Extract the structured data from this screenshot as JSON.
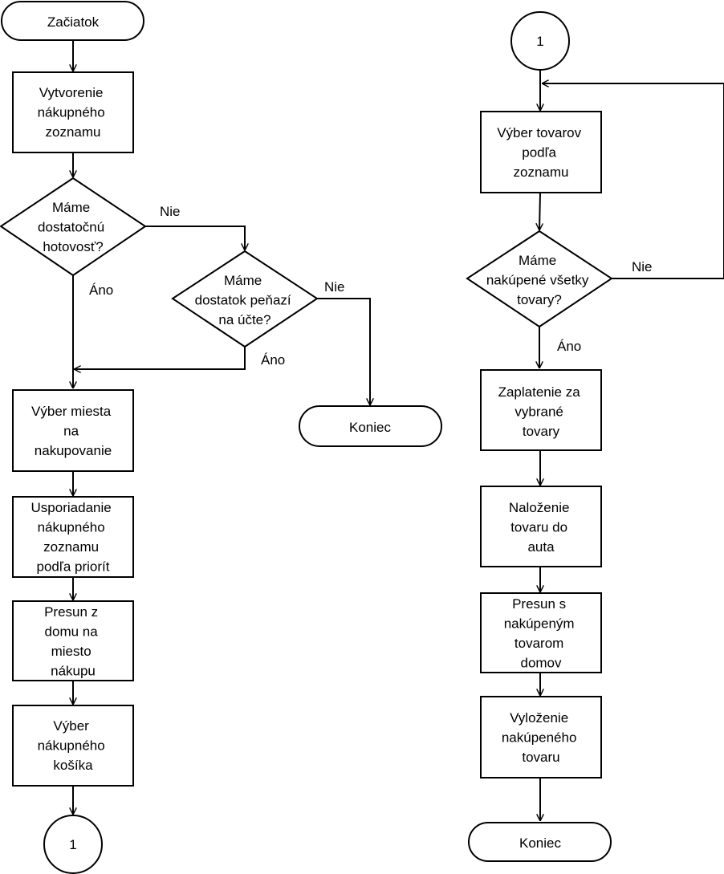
{
  "diagram": {
    "nodes": {
      "start": {
        "lines": [
          "Začiatok"
        ]
      },
      "create_list": {
        "lines": [
          "Vytvorenie",
          "nákupného",
          "zoznamu"
        ]
      },
      "cash_check": {
        "lines": [
          "Máme",
          "dostatočnú",
          "hotovosť?"
        ]
      },
      "account_check": {
        "lines": [
          "Máme",
          "dostatok peňazí",
          "na účte?"
        ]
      },
      "end_left": {
        "lines": [
          "Koniec"
        ]
      },
      "choose_place": {
        "lines": [
          "Výber miesta",
          "na",
          "nakupovanie"
        ]
      },
      "sort_list": {
        "lines": [
          "Usporiadanie",
          "nákupného",
          "zoznamu",
          "podľa priorít"
        ]
      },
      "move_to_shop": {
        "lines": [
          "Presun z",
          "domu na",
          "miesto",
          "nákupu"
        ]
      },
      "choose_cart": {
        "lines": [
          "Výber",
          "nákupného",
          "košíka"
        ]
      },
      "connector_out": {
        "lines": [
          "1"
        ]
      },
      "connector_in": {
        "lines": [
          "1"
        ]
      },
      "select_goods": {
        "lines": [
          "Výber tovarov",
          "podľa",
          "zoznamu"
        ]
      },
      "all_bought_check": {
        "lines": [
          "Máme",
          "nakúpené všetky",
          "tovary?"
        ]
      },
      "pay": {
        "lines": [
          "Zaplatenie za",
          "vybrané",
          "tovary"
        ]
      },
      "load_car": {
        "lines": [
          "Naloženie",
          "tovaru do",
          "auta"
        ]
      },
      "move_home": {
        "lines": [
          "Presun s",
          "nakúpeným",
          "tovarom",
          "domov"
        ]
      },
      "unload": {
        "lines": [
          "Vyloženie",
          "nakúpeného",
          "tovaru"
        ]
      },
      "end_right": {
        "lines": [
          "Koniec"
        ]
      }
    },
    "edge_labels": {
      "cash_no": "Nie",
      "cash_yes": "Áno",
      "account_no": "Nie",
      "account_yes": "Áno",
      "all_bought_no": "Nie",
      "all_bought_yes": "Áno"
    }
  }
}
